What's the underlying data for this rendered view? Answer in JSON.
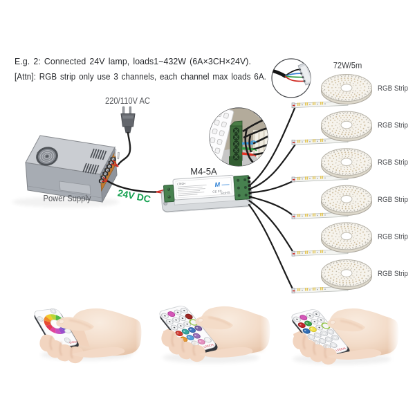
{
  "notes": {
    "line1": "E.g. 2: Connected 24V lamp, loads1~432W (6A×3CH×24V).",
    "line2": "[Attn]: RGB strip only use 3 channels, each channel max loads 6A."
  },
  "power": {
    "ac_label": "220/110V AC",
    "supply_label": "Power Supply",
    "dc_label": "24V DC"
  },
  "controller": {
    "model": "M4-5A",
    "brand": "LTECH",
    "logo": "M",
    "marks": "CE FC",
    "rohs": "RoHS"
  },
  "strips": {
    "power_label": "72W/5m",
    "items": [
      {
        "label": "RGB Strip"
      },
      {
        "label": "RGB Strip"
      },
      {
        "label": "RGB Strip"
      },
      {
        "label": "RGB Strip"
      },
      {
        "label": "RGB Strip"
      },
      {
        "label": "RGB Strip"
      }
    ]
  },
  "remotes": {
    "items": [
      {
        "type": "touch color-wheel remote",
        "brand": "LTECH"
      },
      {
        "type": "color button remote",
        "brand": "LTECH"
      },
      {
        "type": "color button remote",
        "brand": "LTECH"
      }
    ]
  },
  "colors": {
    "dc_text": "#00a651",
    "wire_black": "#1b1b1b",
    "wire_red": "#d02a22",
    "wire_green": "#2f9e45",
    "wire_blue": "#3b82d4",
    "terminal_green": "#3f6e3c",
    "psu_orange": "#c07a30",
    "brand_red": "#cc2233"
  }
}
